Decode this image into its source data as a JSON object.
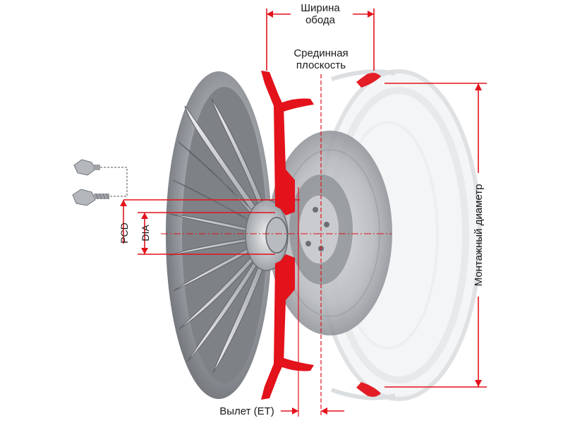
{
  "labels": {
    "rim_width_line1": "Ширина",
    "rim_width_line2": "обода",
    "center_plane_line1": "Срединная",
    "center_plane_line2": "плоскость",
    "mounting_diameter": "Монтажный диаметр",
    "pcd": "PCD",
    "dia": "DIA",
    "offset": "Вылет (ET)"
  },
  "colors": {
    "dimension_red": "#e3121b",
    "rim_section": "#e3121b",
    "wheel_metal": "#8e9297",
    "ghost_rim": "#e6e8ea",
    "brake_disc": "#b9bcc0"
  }
}
